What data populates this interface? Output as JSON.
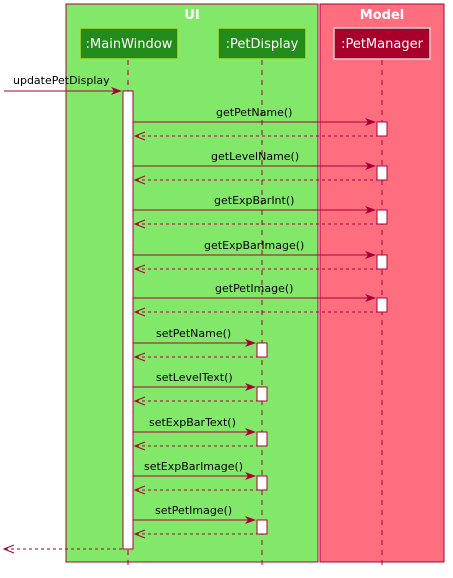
{
  "boxes": {
    "ui": {
      "title": "UI",
      "color": "#82E86A"
    },
    "model": {
      "title": "Model",
      "color": "#FF6E7F"
    }
  },
  "participants": {
    "mainwindow": {
      "label": ":MainWindow",
      "fill": "#238B1A",
      "border": "#A6E03A"
    },
    "petdisplay": {
      "label": ":PetDisplay",
      "fill": "#238B1A",
      "border": "#A6E03A"
    },
    "petmanager": {
      "label": ":PetManager",
      "fill": "#A8002A",
      "border": "#D0D0D0"
    }
  },
  "messages": [
    {
      "label": "updatePetDisplay"
    },
    {
      "label": "getPetName()"
    },
    {
      "label": "getLevelName()"
    },
    {
      "label": "getExpBarInt()"
    },
    {
      "label": "getExpBarImage()"
    },
    {
      "label": "getPetImage()"
    },
    {
      "label": "setPetName()"
    },
    {
      "label": "setLevelText()"
    },
    {
      "label": "setExpBarText()"
    },
    {
      "label": "setExpBarImage()"
    },
    {
      "label": "setPetImage()"
    }
  ],
  "colors": {
    "arrow": "#A80036",
    "lifeline": "#A80036"
  }
}
